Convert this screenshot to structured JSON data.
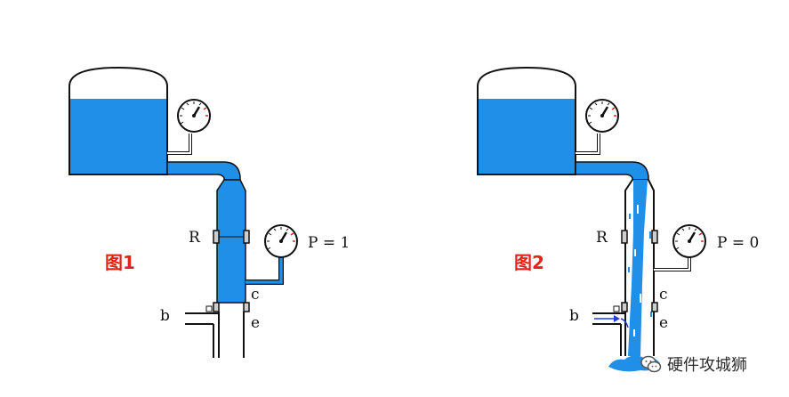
{
  "figure1": {
    "caption": "图1",
    "pressure": "P = 1",
    "valve_label": "R",
    "point_c": "c",
    "point_e": "e",
    "branch_b": "b"
  },
  "figure2": {
    "caption": "图2",
    "pressure": "P = 0",
    "valve_label": "R",
    "point_c": "c",
    "point_e": "e",
    "branch_b": "b"
  },
  "watermark": {
    "text": "硬件攻城狮"
  },
  "colors": {
    "water": "#1f8fe8",
    "outline": "#111111",
    "caption": "#e2231a",
    "gauge_needle_red": "#e2231a"
  }
}
